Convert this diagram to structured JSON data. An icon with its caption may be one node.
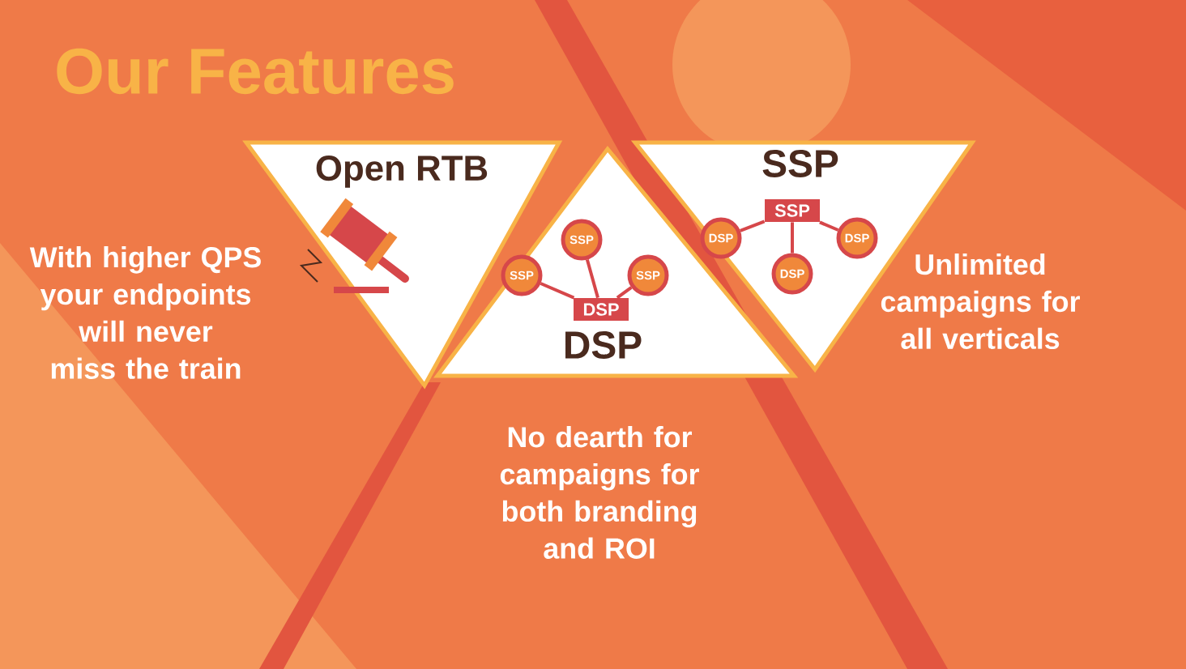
{
  "diagram": {
    "title": "Our Features",
    "nodes": [
      {
        "text": [
          "Open RTB"
        ]
      },
      {
        "text": [
          "DSP"
        ]
      },
      {
        "text": [
          "DSP"
        ],
        "in": 1
      },
      {
        "text": [
          "SSP"
        ],
        "in": 1
      },
      {
        "text": [
          "SSP"
        ],
        "in": 1
      },
      {
        "text": [
          "SSP"
        ],
        "in": 1
      },
      {
        "text": [
          "SSP"
        ]
      },
      {
        "text": [
          "SSP"
        ],
        "in": 6
      },
      {
        "text": [
          "DSP"
        ],
        "in": 6
      },
      {
        "text": [
          "DSP"
        ],
        "in": 6
      },
      {
        "text": [
          "DSP"
        ],
        "in": 6
      }
    ],
    "edges": [
      {
        "from": 3,
        "to": 2,
        "arrow": "none"
      },
      {
        "from": 4,
        "to": 2,
        "arrow": "none"
      },
      {
        "from": 5,
        "to": 2,
        "arrow": "none"
      },
      {
        "from": 8,
        "to": 7,
        "arrow": "none"
      },
      {
        "from": 9,
        "to": 7,
        "arrow": "none"
      },
      {
        "from": 10,
        "to": 7,
        "arrow": "none"
      }
    ],
    "labels": [
      "With higher QPS your endpoints will never miss the train",
      "No dearth for campaigns for both branding and ROI",
      "Unlimited campaigns for all verticals"
    ]
  }
}
